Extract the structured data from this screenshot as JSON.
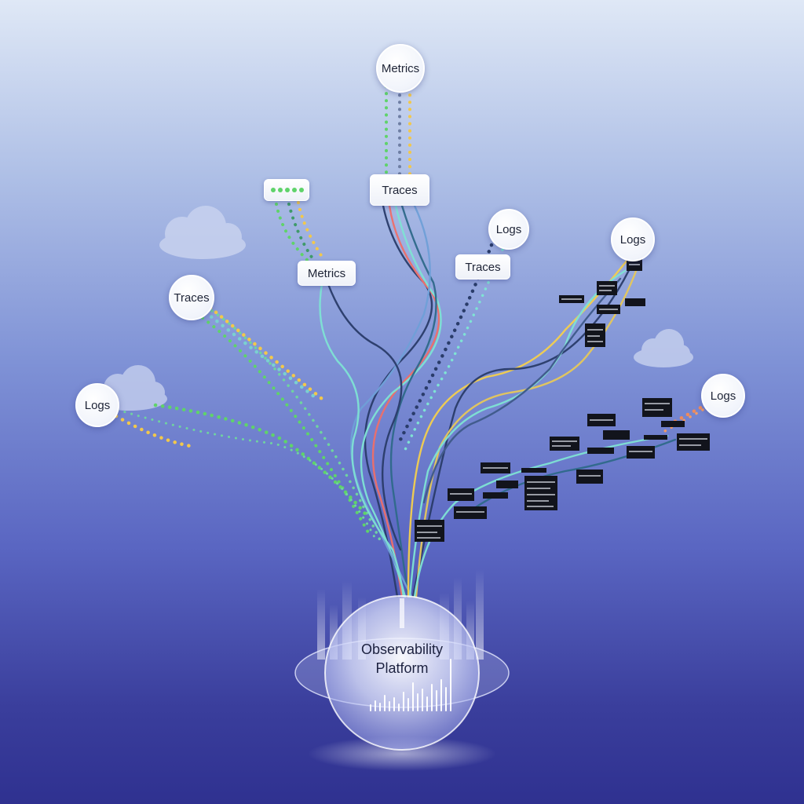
{
  "nodes": {
    "metrics_top": "Metrics",
    "traces_top": "Traces",
    "metrics_mid": "Metrics",
    "traces_left": "Traces",
    "logs_left": "Logs",
    "logs_upper": "Logs",
    "traces_right": "Traces",
    "logs_far_right": "Logs",
    "logs_right": "Logs"
  },
  "platform": {
    "line1": "Observability",
    "line2": "Platform"
  },
  "colors": {
    "background_top": "#dfe8f6",
    "background_bottom": "#2f3190",
    "metrics_dots": "#5fd36a",
    "traces_dots": "#f2c84b",
    "logs_dots": "#ef8a5b",
    "stream_teal": "#7fe3d4",
    "stream_red": "#ee6f6a",
    "stream_navy": "#2a3c6a",
    "stream_yellow": "#f4cf4e"
  }
}
